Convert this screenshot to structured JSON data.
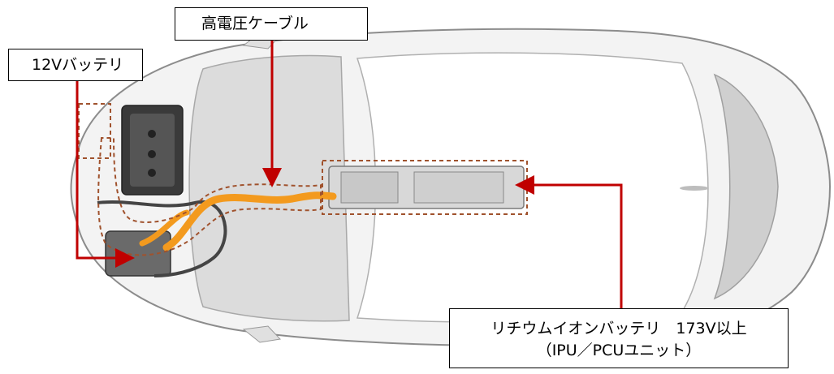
{
  "labels": {
    "battery_12v": "12Vバッテリ",
    "hv_cable": "高電圧ケーブル",
    "li_battery_line1": "リチウムイオンバッテリ　173V以上",
    "li_battery_line2": "（IPU／PCUユニット）"
  },
  "colors": {
    "arrow": "#c00000",
    "cable": "#f39a1e",
    "dashed_box": "#a0522d",
    "car_body": "#e6e6e6"
  }
}
